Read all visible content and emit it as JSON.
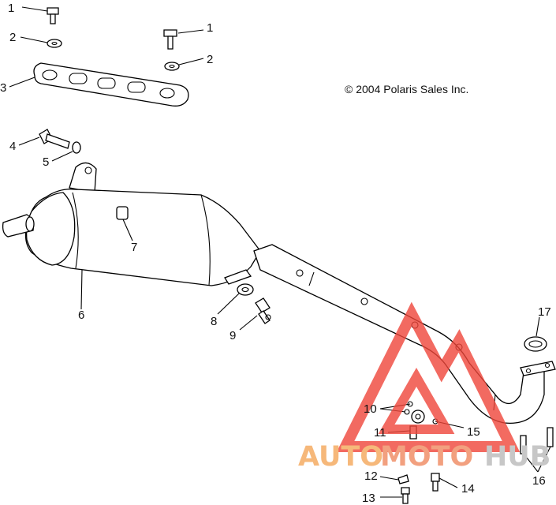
{
  "copyright": "© 2004 Polaris Sales Inc.",
  "callouts": [
    "1",
    "1",
    "2",
    "2",
    "3",
    "4",
    "5",
    "6",
    "7",
    "8",
    "9",
    "10",
    "11",
    "12",
    "13",
    "14",
    "15",
    "16",
    "17"
  ],
  "watermark": {
    "auto": "AUTO",
    "moto": "MOTO",
    "hub": "HUB",
    "colors": {
      "logo_red": "#f0463a",
      "auto": "#f6b87a",
      "moto": "#f2a07f",
      "hub": "#c7c7c7"
    }
  }
}
